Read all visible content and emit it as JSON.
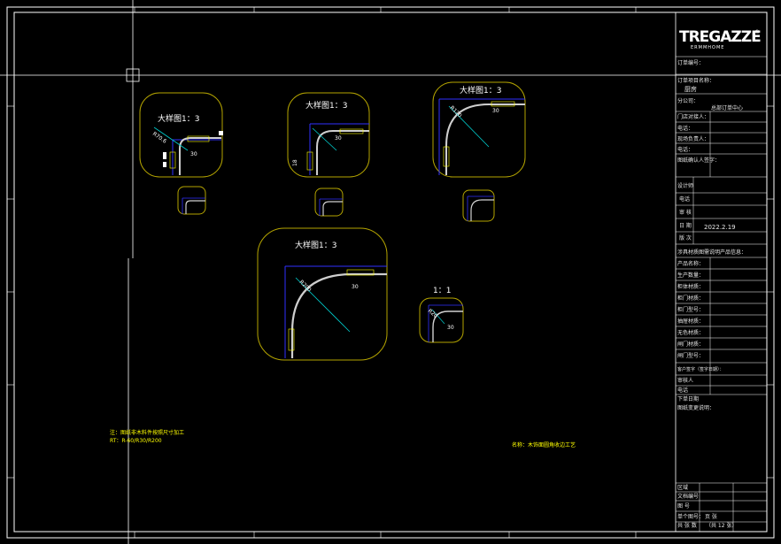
{
  "brand": {
    "name": "TREGAZZE",
    "sub": "ERMMHOME",
    "reg": "®"
  },
  "title_block": {
    "order_no": "订单编号：",
    "project_name": "订单项目名称：",
    "project_value": "厨房",
    "branch": "分公司：",
    "branch_value": "总部订单中心",
    "store_contact": "门店对接人：",
    "phone1": "电话：",
    "site_manager": "现场负责人：",
    "phone2": "电话：",
    "drawing_confirm": "图纸确认人签字：",
    "designer": "设计师",
    "phone3": "电话",
    "reviewer": "审 核",
    "date_label": "日 期",
    "date_value": "2022.2.19",
    "version": "版 次",
    "notice": "涉具材质图需说明产品信息：",
    "product_name": "产品名称：",
    "qty": "生产数量：",
    "cabinet_material": "柜体材质：",
    "door_material": "柜门材质：",
    "door_model": "柜门型号：",
    "drawer_material": "抽屉材质：",
    "inner_material": "无色材质：",
    "gate_material": "闸门材质：",
    "gate_model": "闸门型号：",
    "reviewed_by": "客户签字（签字日期）：",
    "checker": "审核人",
    "phone4": "电话",
    "order_date": "下单日期",
    "drawing_change": "图纸变更说明：",
    "area": "区域",
    "doc_no": "文档编号",
    "drawing_no": "图 号",
    "sheet_no": "单个图号：",
    "sheet_count_label": "页    张",
    "total_label": "共 张 数",
    "total_value": "（共 12 张）"
  },
  "details": {
    "d1": "大样图1：3",
    "d2": "大样图1：3",
    "d3": "大样图1：3",
    "d4": "大样图1：3",
    "d5": "1：1"
  },
  "notes": {
    "left_line1": "注：图纸非木料件按照尺寸加工",
    "left_line2": "RT：R-60/R30/R200",
    "right": "名称：木饰面圆角收边工艺"
  }
}
